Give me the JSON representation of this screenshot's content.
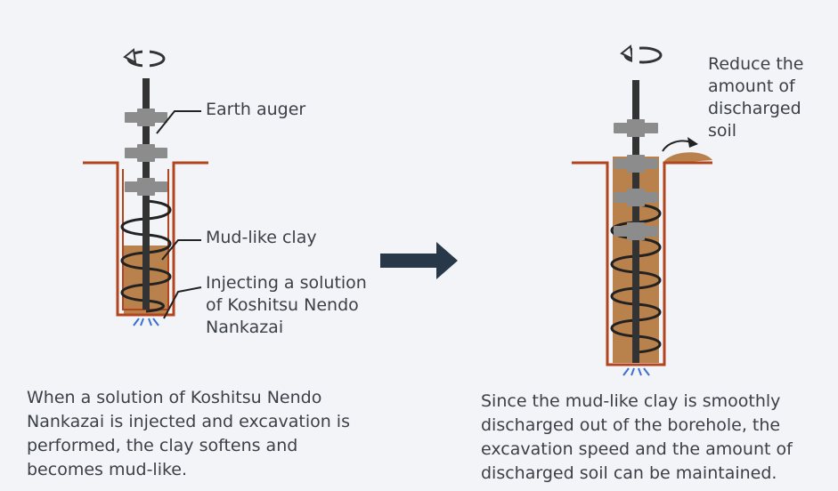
{
  "left_panel": {
    "label_auger": "Earth auger",
    "label_clay": "Mud-like clay",
    "label_injection": "Injecting a solution\nof Koshitsu Nendo\nNankazai",
    "caption": "When a solution of Koshitsu Nendo Nankazai is injected and excavation is performed, the clay softens and becomes mud-like."
  },
  "right_panel": {
    "label_reduce": "Reduce the\namount of\ndischarged\nsoil",
    "caption": "Since the mud-like clay is smoothly discharged out of the borehole, the excavation speed and the amount of discharged soil can be maintained."
  },
  "colors": {
    "background": "#f2f4f8",
    "borehole_wall": "#b3441e",
    "clay": "#b9824d",
    "shaft": "#333333",
    "fin": "#8c8c8c",
    "arrow": "#293849",
    "injection": "#3b6fd1"
  }
}
